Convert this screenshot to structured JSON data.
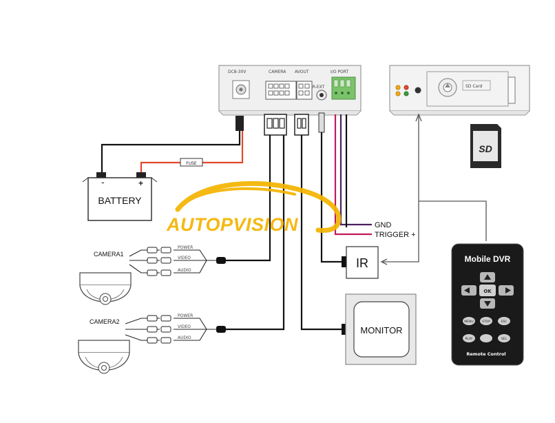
{
  "dvr_unit": {
    "port_power": "DC8-30V",
    "port_camera": "CAMERA",
    "port_av_out": "AVOUT",
    "port_ir": "IR-EXT",
    "port_io": "I/O PORT"
  },
  "front_panel": {
    "card_label": "SD Card"
  },
  "battery": {
    "label": "BATTERY",
    "fuse": "FUSE",
    "minus": "-",
    "plus": "+"
  },
  "cameras": [
    {
      "label": "CAMERA1",
      "power": "POWER",
      "video": "VIDEO",
      "audio": "AUDIO"
    },
    {
      "label": "CAMERA2",
      "power": "POWER",
      "video": "VIDEO",
      "audio": "AUDIO"
    }
  ],
  "io_wires": {
    "gnd": "GND",
    "trigger": "TRIGGER +"
  },
  "ir": {
    "label": "IR"
  },
  "monitor": {
    "label": "MONITOR"
  },
  "sd_card": {
    "label": "SD"
  },
  "remote": {
    "title": "Mobile DVR",
    "ok": "OK",
    "buttons": [
      "MENU",
      "STOP",
      "ESC",
      "PLAY",
      "",
      "SEL"
    ],
    "footer": "Remote Control"
  },
  "watermark": {
    "text": "AUTOPVISION",
    "color": "#f4b400"
  },
  "colors": {
    "wire": "#111111",
    "wire_red": "#e0482a",
    "wire_pink": "#c2185b",
    "wire_purple": "#4a2060",
    "panel": "#f2f2f2"
  }
}
